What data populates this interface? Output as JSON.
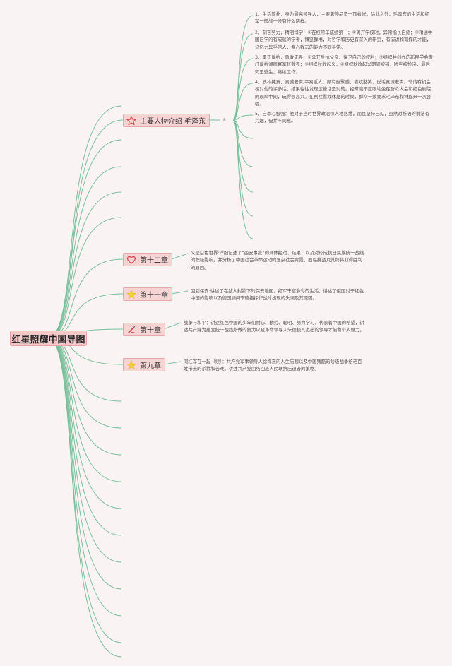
{
  "root": {
    "title": "红星照耀中国导图"
  },
  "nodes": {
    "n1": {
      "label": "主要人物介绍 毛泽东"
    },
    "n2": {
      "label": "第十二章"
    },
    "n3": {
      "label": "第十一章"
    },
    "n4": {
      "label": "第十章"
    },
    "n5": {
      "label": "第九章"
    }
  },
  "connector_label": "a",
  "mao_points": [
    "1、生活简朴：身为最高领导人，主要奢侈品是一顶蚊帐。除此之外，毛泽东的生活和红军一般战士没有什么两样。",
    "2、刻苦努力，精明博学：①在校常年成绩第一；②离开学校时，异常指长自修；③精通中国旧学的有成就的学者，博览群书，对哲学和历史有深入的研究，有演讲和写作的才能，记忆力异乎常人，专心致志的能力不同寻常。",
    "3、勇于反抗，勇敢无畏：①公开反抗父亲，保卫自己的权利；②组织并创办的新民学会专门反抗湖南督军张敬尧；③组织秋收起义，④组织秋收起义期间被捕，险些被枪决，最后死里逃生，继续工作。",
    "4、质朴纯真，真诚老实,平易近人：颇有幽默感，喜欢憨笑，说话真诚老实，非请有机会核对他的许多话，结果往往发现这些话是对的。经常毫不惹眼地坐在群众大会和红色剧院的观众中间，玩得很高兴。在剧社看戏休息的时候，群众一致要求毛泽东和林彪来一次合唱。",
    "5、自尊心极强：他对于当时世界政治惊人地熟悉，而且坚持己见，虽然对断语的说法有兴趣，但并不同意。"
  ],
  "chapter_texts": {
    "ch12": "义是白色世界:详细记述了“西安事变”的具体经过、结果，以及对形成抗日民族统一战线的积极影响。并分析了中国社会革命运动的复杂社会背景、面临挑战及其终将取得胜利的原因。",
    "ch11": "回到保安:讲述了在敌人封锁下的保安地区，红军丰富多彩的生活，讲述了俄国对于红色中国的影响以及德国顾问李德指挥作战时出现的失误及其原因。",
    "ch10": "战争与和平：讲述红色中国的少年们耐心、勤劳、聪明、努力学习，代表着中国的希望，讲述共产党为建立统一战线所做的努力以及革命领导人朱德极其杰出的领导才能和个人魅力。",
    "ch9": "同红军在一起（续）：共产党军事领导人徐海东的人生历程以及中国残酷的阶级战争给老百姓带来的杀戮和苦难。讲述共产党团结回族人民联抗压迫者的策略。"
  },
  "colors": {
    "line": "#7bbf9a",
    "node_fill": "#f6d4d4",
    "root_fill": "#f6c9c9",
    "star_red": "#d94040",
    "star_yellow": "#f2cf3a"
  },
  "icons": {
    "n1": "star-outline-icon",
    "n2": "heart-outline-icon",
    "n3": "star-yellow-icon",
    "n4": "pen-marker-icon",
    "n5": "star-yellow-icon"
  }
}
